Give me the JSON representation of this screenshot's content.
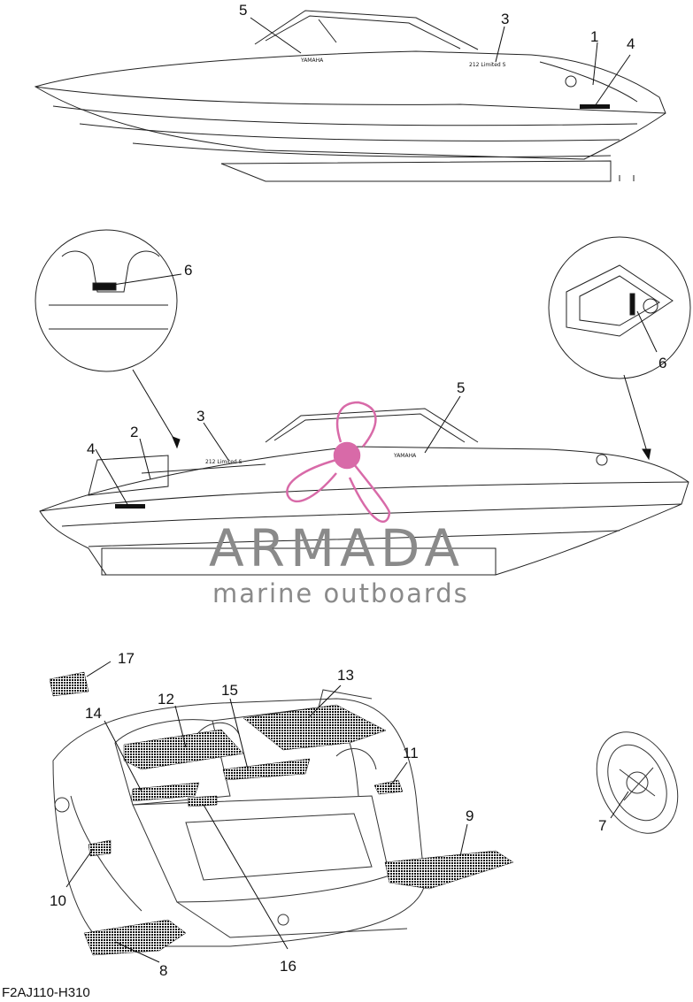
{
  "diagram": {
    "drawing_code": "F2AJ110-H310",
    "callouts": [
      {
        "id": "c1",
        "label": "1"
      },
      {
        "id": "c2",
        "label": "2"
      },
      {
        "id": "c3a",
        "label": "3"
      },
      {
        "id": "c3b",
        "label": "3"
      },
      {
        "id": "c4a",
        "label": "4"
      },
      {
        "id": "c4b",
        "label": "4"
      },
      {
        "id": "c5a",
        "label": "5"
      },
      {
        "id": "c5b",
        "label": "5"
      },
      {
        "id": "c6a",
        "label": "6"
      },
      {
        "id": "c6b",
        "label": "6"
      },
      {
        "id": "c7",
        "label": "7"
      },
      {
        "id": "c8",
        "label": "8"
      },
      {
        "id": "c9",
        "label": "9"
      },
      {
        "id": "c10",
        "label": "10"
      },
      {
        "id": "c11",
        "label": "11"
      },
      {
        "id": "c12",
        "label": "12"
      },
      {
        "id": "c13",
        "label": "13"
      },
      {
        "id": "c14",
        "label": "14"
      },
      {
        "id": "c15",
        "label": "15"
      },
      {
        "id": "c16",
        "label": "16"
      },
      {
        "id": "c17",
        "label": "17"
      }
    ],
    "decal_text": {
      "yamaha": "YAMAHA",
      "model": "212 Limited S"
    }
  },
  "watermark": {
    "title": "ARMADA",
    "subtitle": "marine outboards",
    "colors": {
      "grey": "#8a8a8a",
      "pink": "#d86aa8",
      "pink_light": "#f0b6d8"
    }
  }
}
